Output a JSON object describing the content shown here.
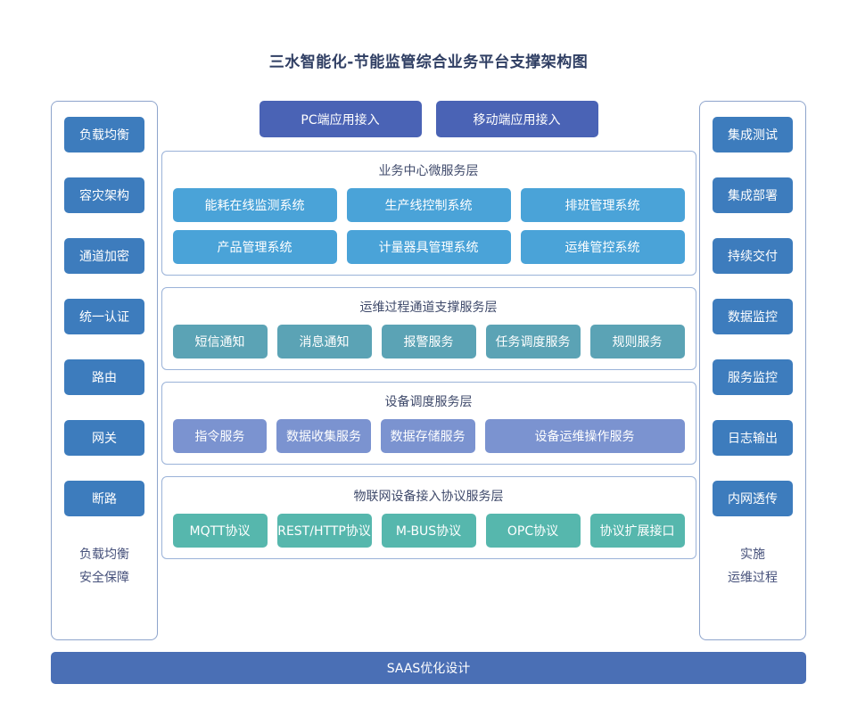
{
  "title": "三水智能化-节能监管综合业务平台支撑架构图",
  "colors": {
    "title_text": "#2f3e63",
    "side_button": "#3d7cbd",
    "access_button": "#4a63b5",
    "business_cell": "#4aa3d8",
    "ops_cell": "#5ba3b5",
    "device_cell": "#7b93d0",
    "iot_cell": "#56b7ad",
    "bottom_bar": "#4a6fb5",
    "panel_border": "#9ab2d8"
  },
  "left_panel": {
    "items": [
      {
        "label": "负载均衡"
      },
      {
        "label": "容灾架构"
      },
      {
        "label": "通道加密"
      },
      {
        "label": "统一认证"
      },
      {
        "label": "路由"
      },
      {
        "label": "网关"
      },
      {
        "label": "断路"
      }
    ],
    "footer_line1": "负载均衡",
    "footer_line2": "安全保障"
  },
  "right_panel": {
    "items": [
      {
        "label": "集成测试"
      },
      {
        "label": "集成部署"
      },
      {
        "label": "持续交付"
      },
      {
        "label": "数据监控"
      },
      {
        "label": "服务监控"
      },
      {
        "label": "日志输出"
      },
      {
        "label": "内网透传"
      }
    ],
    "footer_line1": "实施",
    "footer_line2": "运维过程"
  },
  "access_buttons": [
    {
      "label": "PC端应用接入"
    },
    {
      "label": "移动端应用接入"
    }
  ],
  "layers": [
    {
      "title": "业务中心微服务层",
      "rows": [
        [
          {
            "label": "能耗在线监测系统"
          },
          {
            "label": "生产线控制系统"
          },
          {
            "label": "排班管理系统"
          }
        ],
        [
          {
            "label": "产品管理系统"
          },
          {
            "label": "计量器具管理系统"
          },
          {
            "label": "运维管控系统"
          }
        ]
      ]
    },
    {
      "title": "运维过程通道支撑服务层",
      "rows": [
        [
          {
            "label": "短信通知"
          },
          {
            "label": "消息通知"
          },
          {
            "label": "报警服务"
          },
          {
            "label": "任务调度服务"
          },
          {
            "label": "规则服务"
          }
        ]
      ]
    },
    {
      "title": "设备调度服务层",
      "rows": [
        [
          {
            "label": "指令服务"
          },
          {
            "label": "数据收集服务"
          },
          {
            "label": "数据存储服务"
          },
          {
            "label": "设备运维操作服务",
            "wide": true
          }
        ]
      ]
    },
    {
      "title": "物联网设备接入协议服务层",
      "rows": [
        [
          {
            "label": "MQTT协议"
          },
          {
            "label": "REST/HTTP协议"
          },
          {
            "label": "M-BUS协议"
          },
          {
            "label": "OPC协议"
          },
          {
            "label": "协议扩展接口"
          }
        ]
      ]
    }
  ],
  "bottom_bar": {
    "label": "SAAS优化设计"
  }
}
